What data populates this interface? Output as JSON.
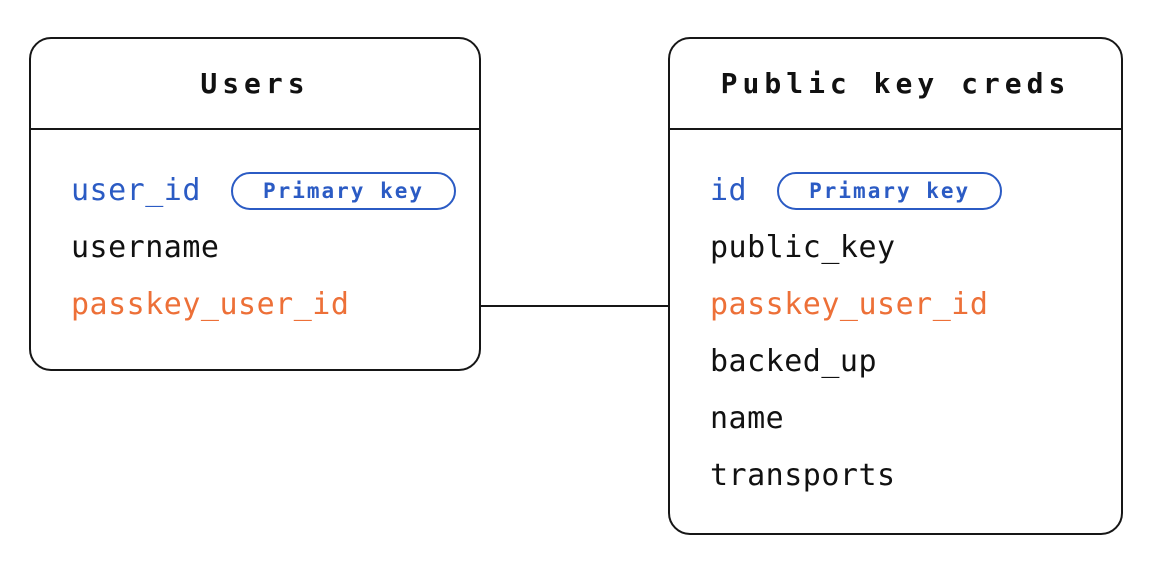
{
  "diagram": {
    "colors": {
      "field_blue": "#2B5BC4",
      "field_orange": "#ED7038",
      "line_black": "#161616"
    },
    "tables": [
      {
        "title": "Users",
        "fields": [
          {
            "name": "user_id",
            "badge": "Primary key"
          },
          {
            "name": "username"
          },
          {
            "name": "passkey_user_id"
          }
        ]
      },
      {
        "title": "Public key creds",
        "fields": [
          {
            "name": "id",
            "badge": "Primary key"
          },
          {
            "name": "public_key"
          },
          {
            "name": "passkey_user_id"
          },
          {
            "name": "backed_up"
          },
          {
            "name": "name"
          },
          {
            "name": "transports"
          }
        ]
      }
    ],
    "relationship": {
      "from": "Users.passkey_user_id",
      "to": "Public key creds.passkey_user_id"
    }
  }
}
